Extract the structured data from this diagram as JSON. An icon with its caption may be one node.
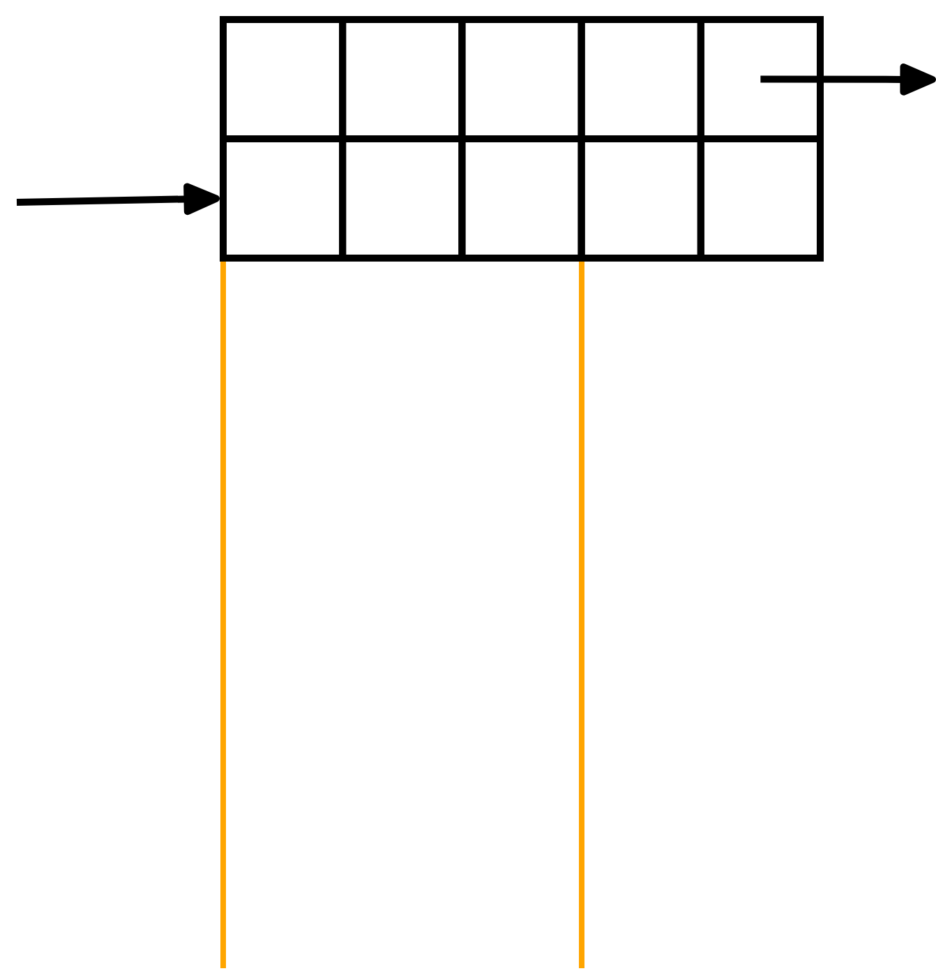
{
  "diagram": {
    "nodes": [
      {
        "text": [],
        "shape": "box"
      },
      {
        "text": [],
        "shape": "box"
      },
      {
        "text": [],
        "shape": "box"
      },
      {
        "text": [],
        "shape": "box"
      },
      {
        "text": [],
        "shape": "box"
      },
      {
        "text": [],
        "shape": "box"
      },
      {
        "text": [],
        "shape": "box"
      },
      {
        "text": [],
        "shape": "box"
      },
      {
        "text": [],
        "shape": "box"
      },
      {
        "text": [],
        "shape": "box"
      }
    ],
    "edges": [
      {
        "from": null,
        "to": 5,
        "arrow": "to"
      },
      {
        "from": 4,
        "to": null,
        "arrow": "to"
      }
    ]
  }
}
